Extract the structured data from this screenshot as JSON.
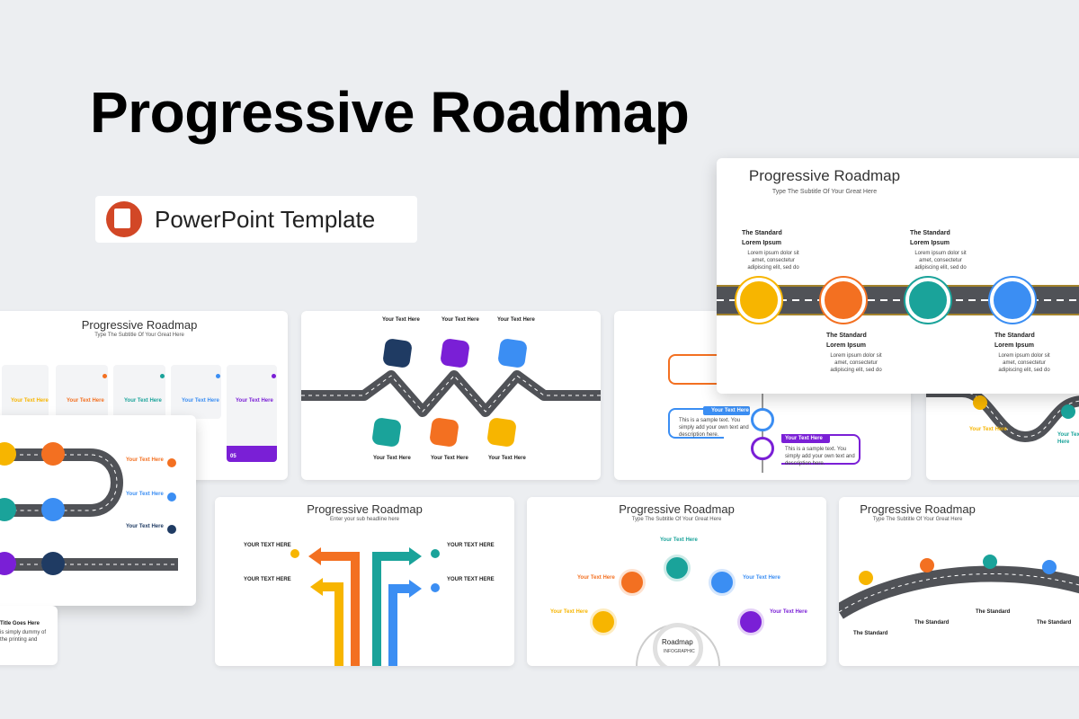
{
  "hero": {
    "title": "Progressive Roadmap",
    "badge_text": "PowerPoint Template"
  },
  "common": {
    "slide_title": "Progressive Roadmap",
    "subtitle_great": "Type The Subtitle Of Your Great Here",
    "subtitle_sub": "Enter your sub headline here",
    "your_text": "Your Text Here",
    "your_text_upper": "YOUR TEXT HERE",
    "standard": "The Standard",
    "lorem": "Lorem Ipsum",
    "lorem_body": "Lorem ipsum dolor sit amet, consectetur adipiscing elit, sed do",
    "sample_body": "This is a sample text. You simply add your own text and description here.",
    "roadmap_center": "Roadmap",
    "roadmap_center_sub": "INFOGRAPHIC",
    "title_goes_here": "Title Goes Here",
    "simply_dummy": "is simply dummy of the printing and",
    "number_05": "05"
  },
  "colors": {
    "yellow": "#f7b500",
    "orange": "#f37021",
    "teal": "#1aa39a",
    "blue": "#3b8ef3",
    "purple": "#7a1fd6",
    "navy": "#1f3b63",
    "road": "#505257"
  }
}
